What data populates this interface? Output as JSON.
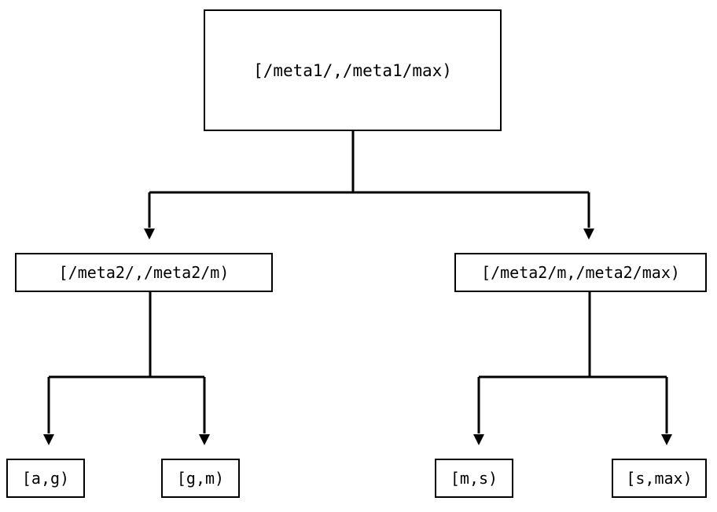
{
  "diagram": {
    "type": "tree",
    "orientation": "top-down",
    "background_color": "#ffffff",
    "line_color": "#000000",
    "text_color": "#000000",
    "nodes": {
      "root": {
        "label": "[/meta1/,/meta1/max)"
      },
      "mid_left": {
        "label": "[/meta2/,/meta2/m)"
      },
      "mid_right": {
        "label": "[/meta2/m,/meta2/max)"
      },
      "leaf_1": {
        "label": "[a,g)"
      },
      "leaf_2": {
        "label": "[g,m)"
      },
      "leaf_3": {
        "label": "[m,s)"
      },
      "leaf_4": {
        "label": "[s,max)"
      }
    },
    "edges": [
      {
        "from": "root",
        "to": "mid_left"
      },
      {
        "from": "root",
        "to": "mid_right"
      },
      {
        "from": "mid_left",
        "to": "leaf_1"
      },
      {
        "from": "mid_left",
        "to": "leaf_2"
      },
      {
        "from": "mid_right",
        "to": "leaf_3"
      },
      {
        "from": "mid_right",
        "to": "leaf_4"
      }
    ]
  }
}
